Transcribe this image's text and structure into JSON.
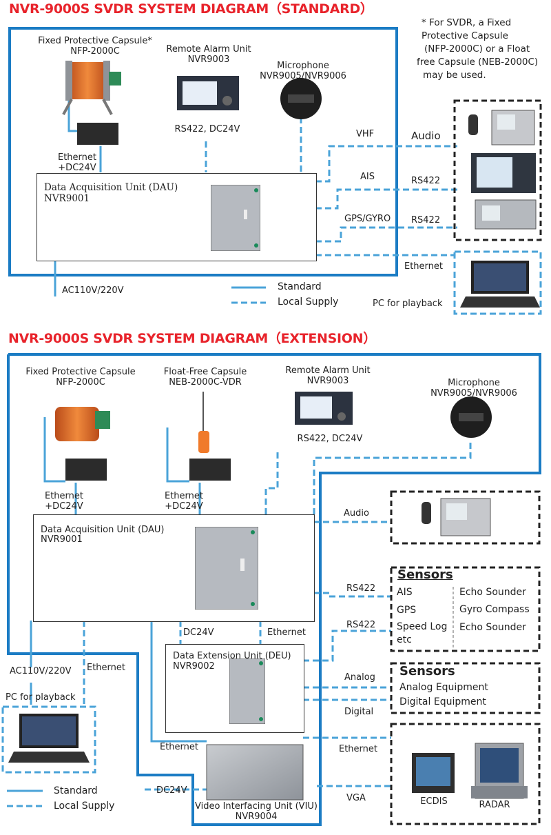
{
  "colors": {
    "title": "#e8232b",
    "line": "#4aa3d8",
    "frame": "#1b7cc4"
  },
  "standard": {
    "title": "NVR-9000S SVDR SYSTEM DIAGRAM（STANDARD）",
    "note": [
      "* For SVDR,  a Fixed",
      "Protective Capsule",
      "(NFP-2000C) or a Float",
      "free Capsule (NEB-2000C)",
      "may be used."
    ],
    "capsule": {
      "name": "Fixed Protective Capsule*",
      "model": "NFP-2000C",
      "conn1": "Ethernet",
      "conn2": "+DC24V"
    },
    "alarm": {
      "name": "Remote Alarm Unit",
      "model": "NVR9003",
      "conn": "RS422, DC24V"
    },
    "mic": {
      "name": "Microphone",
      "model": "NVR9005/NVR9006"
    },
    "dau": {
      "name": "Data Acquisition Unit (DAU)",
      "model": "NVR9001"
    },
    "links": {
      "vhf": "VHF",
      "audio": "Audio",
      "ais": "AIS",
      "rs422a": "RS422",
      "gps": "GPS/GYRO",
      "rs422b": "RS422",
      "ethernet": "Ethernet"
    },
    "power": "AC110V/220V",
    "pc": "PC for playback",
    "legend": {
      "standard": "Standard",
      "local": "Local Supply"
    }
  },
  "extension": {
    "title": "NVR-9000S SVDR SYSTEM DIAGRAM（EXTENSION）",
    "fixed": {
      "name": "Fixed Protective Capsule",
      "model": "NFP-2000C",
      "conn1": "Ethernet",
      "conn2": "+DC24V"
    },
    "float": {
      "name": "Float-Free Capsule",
      "model": "NEB-2000C-VDR",
      "conn1": "Ethernet",
      "conn2": "+DC24V"
    },
    "alarm": {
      "name": "Remote Alarm Unit",
      "model": "NVR9003",
      "conn": "RS422, DC24V"
    },
    "mic": {
      "name": "Microphone",
      "model": "NVR9005/NVR9006"
    },
    "dau": {
      "name": "Data Acquisition Unit (DAU)",
      "model": "NVR9001"
    },
    "deu": {
      "name": "Data Extension Unit (DEU)",
      "model": "NVR9002",
      "dc": "DC24V",
      "eth": "Ethernet"
    },
    "viu": {
      "name": "Video Interfacing Unit (VIU)",
      "model": "NVR9004",
      "dc": "DC24V",
      "eth": "Ethernet"
    },
    "links": {
      "audio": "Audio",
      "rs422a": "RS422",
      "rs422b": "RS422",
      "analog": "Analog",
      "digital": "Digital",
      "ethernet": "Ethernet",
      "vga": "VGA"
    },
    "sensors1": {
      "title": "Sensors",
      "left": [
        "AIS",
        "GPS",
        "Speed Log",
        "etc"
      ],
      "right": [
        "Echo Sounder",
        "Gyro Compass",
        "Echo Sounder"
      ]
    },
    "sensors2": {
      "title": "Sensors",
      "items": [
        "Analog Equipment",
        "Digital Equipment"
      ]
    },
    "power": "AC110V/220V",
    "pc_eth": "Ethernet",
    "pc": "PC for playback",
    "ecdis": "ECDIS",
    "radar": "RADAR",
    "legend": {
      "standard": "Standard",
      "local": "Local Supply"
    }
  }
}
